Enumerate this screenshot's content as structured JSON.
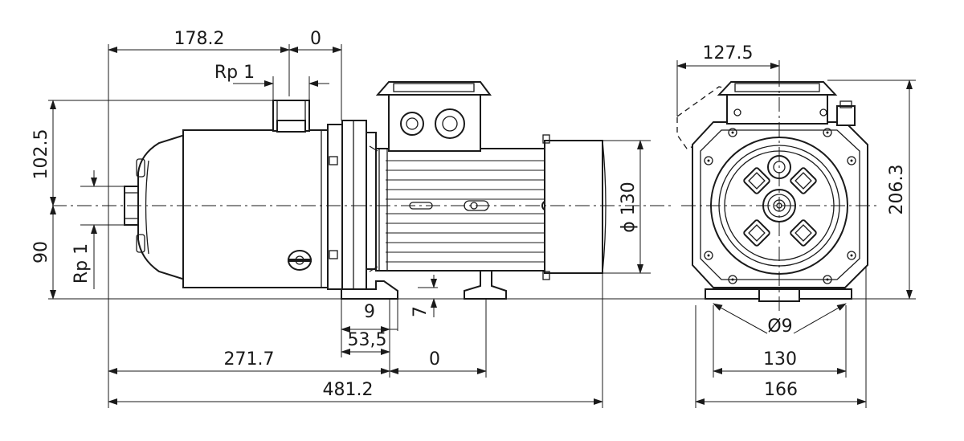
{
  "dimensions": {
    "d_178_2": "178.2",
    "d_0_top": "0",
    "rp_top": "Rp 1",
    "d_102_5": "102.5",
    "d_90": "90",
    "rp_side": "Rp 1",
    "d_9": "9",
    "d_7": "7",
    "d_53_5": "53,5",
    "d_271_7": "271.7",
    "d_0_bottom": "0",
    "d_481_2": "481.2",
    "d_phi130": "ϕ 130",
    "d_127_5": "127.5",
    "d_206_3": "206.3",
    "d_phi9": "Ø9",
    "d_130": "130",
    "d_166": "166"
  }
}
